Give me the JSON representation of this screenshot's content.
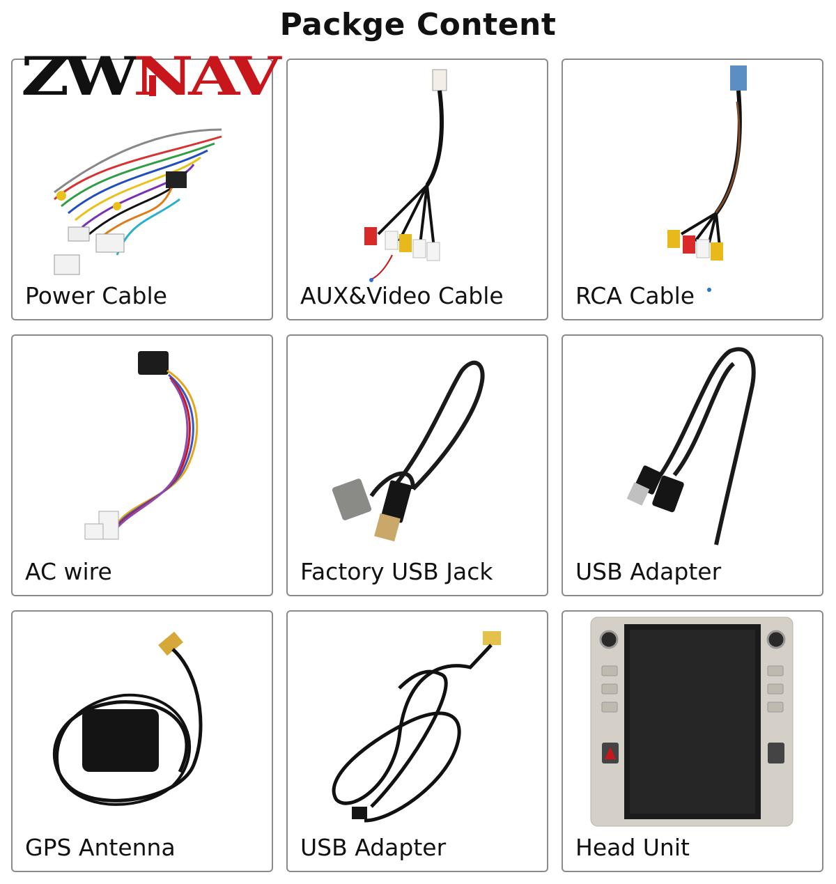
{
  "page": {
    "title": "Packge Content"
  },
  "logo": {
    "part1": "ZW",
    "part2": "NAV",
    "color_dark": "#111111",
    "color_accent": "#c8161d"
  },
  "items": [
    {
      "label": "Power Cable",
      "icon": "power-cable-harness"
    },
    {
      "label": "AUX&Video Cable",
      "icon": "aux-video-cable"
    },
    {
      "label": "RCA Cable",
      "icon": "rca-cable"
    },
    {
      "label": "AC wire",
      "icon": "ac-wire"
    },
    {
      "label": "Factory USB Jack",
      "icon": "factory-usb-jack"
    },
    {
      "label": "USB Adapter",
      "icon": "usb-adapter"
    },
    {
      "label": "GPS Antenna",
      "icon": "gps-antenna"
    },
    {
      "label": "USB Adapter",
      "icon": "usb-adapter-cable"
    },
    {
      "label": "Head Unit",
      "icon": "head-unit"
    }
  ]
}
